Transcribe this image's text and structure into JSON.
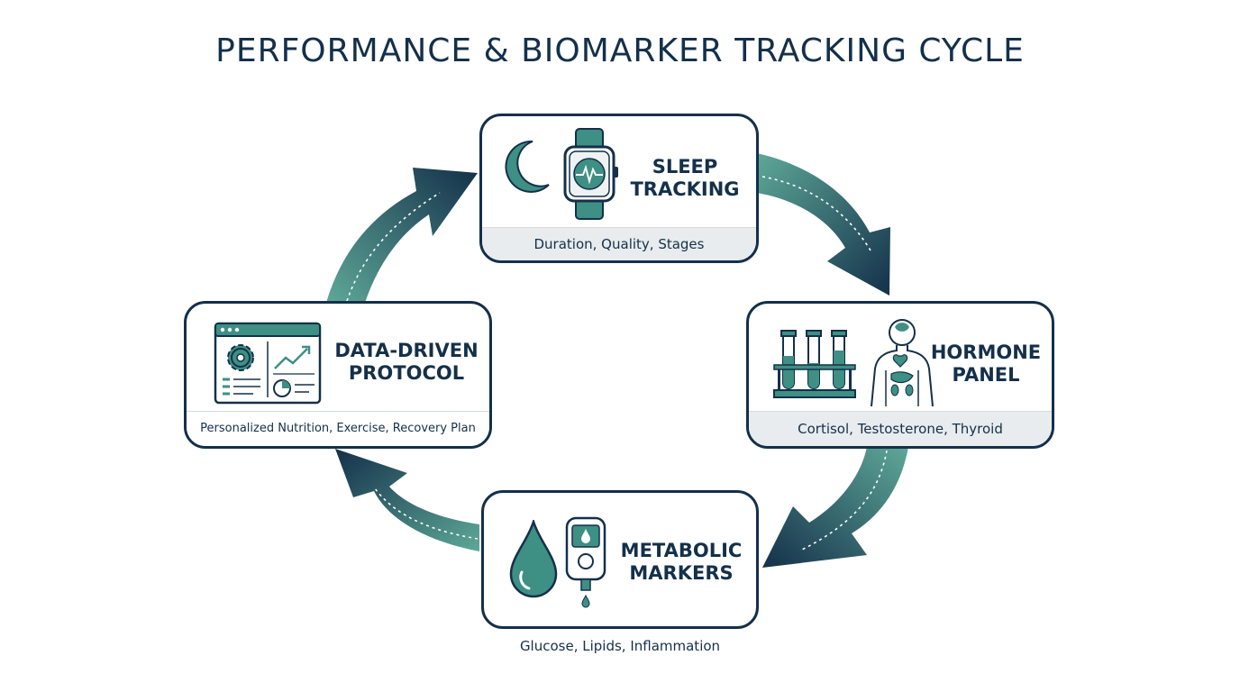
{
  "title": "PERFORMANCE & BIOMARKER TRACKING CYCLE",
  "colors": {
    "navy": "#14304a",
    "teal": "#3e8f84",
    "light_teal": "#5ea898",
    "panel_gray": "#e8ecee"
  },
  "steps": [
    {
      "label_line1": "SLEEP",
      "label_line2": "TRACKING",
      "description": "Duration, Quality, Stages",
      "icons": [
        "crescent-moon-icon",
        "smartwatch-icon"
      ]
    },
    {
      "label_line1": "HORMONE",
      "label_line2": "PANEL",
      "description": "Cortisol, Testosterone, Thyroid",
      "icons": [
        "test-tubes-icon",
        "human-body-icon"
      ]
    },
    {
      "label_line1": "METABOLIC",
      "label_line2": "MARKERS",
      "description": "Glucose, Lipids, Inflammation",
      "icons": [
        "blood-drop-icon",
        "glucose-meter-icon"
      ]
    },
    {
      "label_line1": "DATA-DRIVEN",
      "label_line2": "PROTOCOL",
      "description": "Personalized Nutrition, Exercise, Recovery Plan",
      "icons": [
        "dashboard-gear-chart-icon"
      ]
    }
  ],
  "arrows": [
    "sleep-to-hormone",
    "hormone-to-metabolic",
    "metabolic-to-protocol",
    "protocol-to-sleep"
  ]
}
